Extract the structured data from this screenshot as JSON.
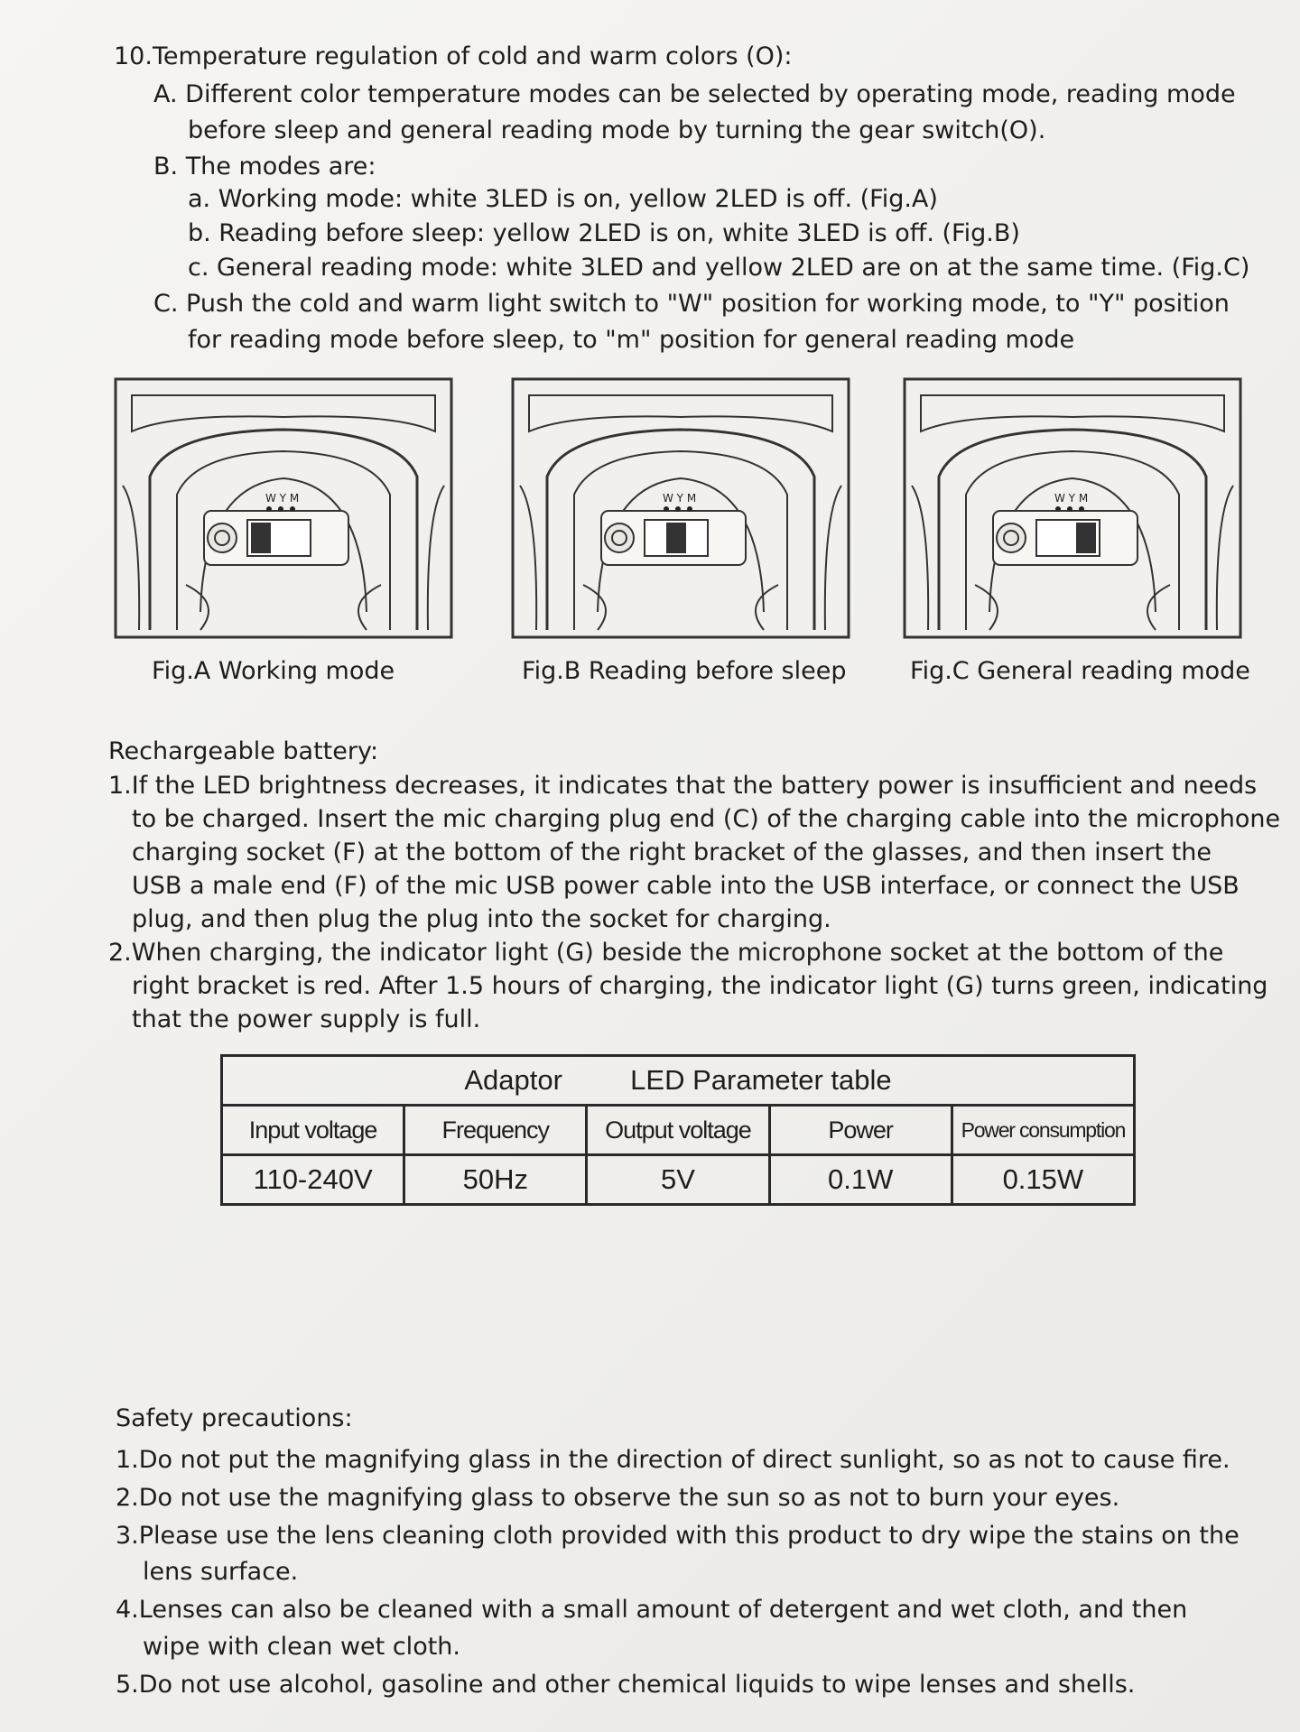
{
  "section10": {
    "title": "10.Temperature regulation of cold and warm colors (O):",
    "a_line1": "A. Different color temperature modes can be selected by operating mode, reading mode",
    "a_line2": "before sleep and general reading mode by turning the gear switch(O).",
    "b_title": "B. The modes are:",
    "mode_a": "a. Working mode: white 3LED is on, yellow 2LED is off. (Fig.A)",
    "mode_b": "b. Reading before sleep: yellow 2LED  is on, white 3LED is off. (Fig.B)",
    "mode_c": "c. General reading mode: white 3LED and yellow 2LED are on at the same time. (Fig.C)",
    "c_line1": "C. Push the cold and warm light switch to \"W\" position for working mode, to \"Y\" position",
    "c_line2": "for reading mode before sleep, to \"m\" position for general reading mode"
  },
  "figures": [
    {
      "caption": "Fig.A  Working mode",
      "switch_label": "W Y M",
      "switch_position": "W"
    },
    {
      "caption": "Fig.B  Reading before sleep",
      "switch_label": "W Y M",
      "switch_position": "Y"
    },
    {
      "caption": "Fig.C  General reading mode",
      "switch_label": "W Y M",
      "switch_position": "M"
    }
  ],
  "battery": {
    "title": "Rechargeable battery:",
    "p1_lines": [
      "1.If the LED brightness decreases, it indicates that the battery power is insufficient and needs",
      "to be charged. Insert the mic charging plug end (C) of the charging cable into the microphone",
      "charging socket (F) at the bottom of the right bracket of the glasses, and then insert the",
      "USB a male end (F) of the mic USB power cable into the USB interface, or connect the USB",
      "plug, and then plug the plug into the socket for charging."
    ],
    "p2_lines": [
      "2.When charging, the indicator light (G) beside the microphone socket at the bottom of the",
      "right bracket is red. After 1.5 hours of charging, the indicator light (G) turns green, indicating",
      "that the power supply is full."
    ]
  },
  "table": {
    "header_adaptor": "Adaptor",
    "header_led": "LED Parameter table",
    "columns": [
      "Input voltage",
      "Frequency",
      "Output voltage",
      "Power",
      "Power consumption"
    ],
    "values": [
      "110-240V",
      "50Hz",
      "5V",
      "0.1W",
      "0.15W"
    ]
  },
  "safety": {
    "title": "Safety precautions:",
    "lines": [
      "1.Do not put the magnifying glass in the direction of direct sunlight, so as not to cause fire.",
      "2.Do not use the magnifying glass to observe the sun so as not to burn your eyes.",
      "3.Please use the lens cleaning cloth provided with this product to dry wipe the stains on the",
      "lens surface.",
      "4.Lenses can also be cleaned with a small amount of detergent and wet cloth, and then",
      "wipe with clean wet cloth.",
      "5.Do not use alcohol, gasoline and other chemical liquids to wipe lenses and shells."
    ]
  }
}
